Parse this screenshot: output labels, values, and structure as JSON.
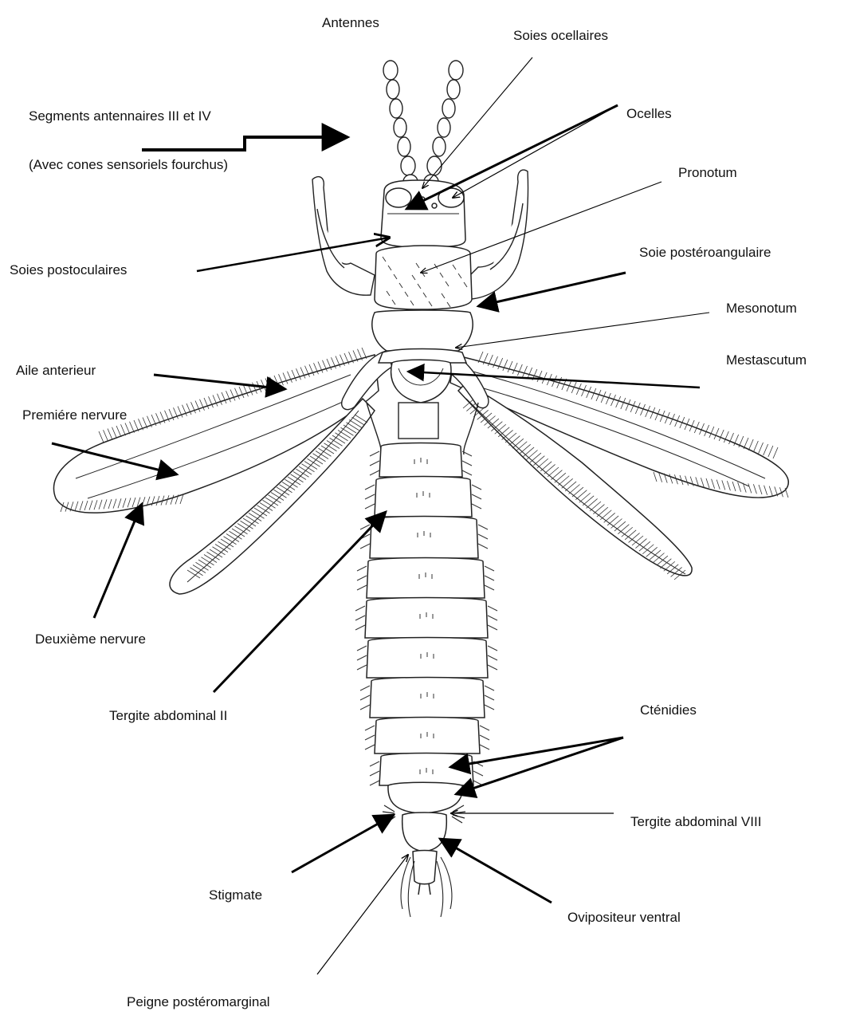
{
  "diagram": {
    "subject": "",
    "labels": {
      "antennes": "Antennes",
      "soies_ocellaires": "Soies ocellaires",
      "segments_antennaires": "Segments antennaires III et IV",
      "cones_sensoriels": "(Avec cones sensoriels fourchus)",
      "ocelles": "Ocelles",
      "pronotum": "Pronotum",
      "soies_postoculaires": "Soies postoculaires",
      "soie_posteroangulaire": "Soie  postéroangulaire",
      "mesonotum": "Mesonotum",
      "aile_anterieur": "Aile anterieur",
      "mestascutum": "Mestascutum",
      "premiere_nervure": "Premiére nervure",
      "deuxieme_nervure": "Deuxième nervure",
      "tergite_abdominal_ii": "Tergite abdominal II",
      "ctenidies": "Cténidies",
      "tergite_abdominal_viii": "Tergite abdominal VIII",
      "stigmate": "Stigmate",
      "ovipositeur_ventral": "Ovipositeur ventral",
      "peigne_posteromarginal": "Peigne postéromarginal"
    }
  }
}
